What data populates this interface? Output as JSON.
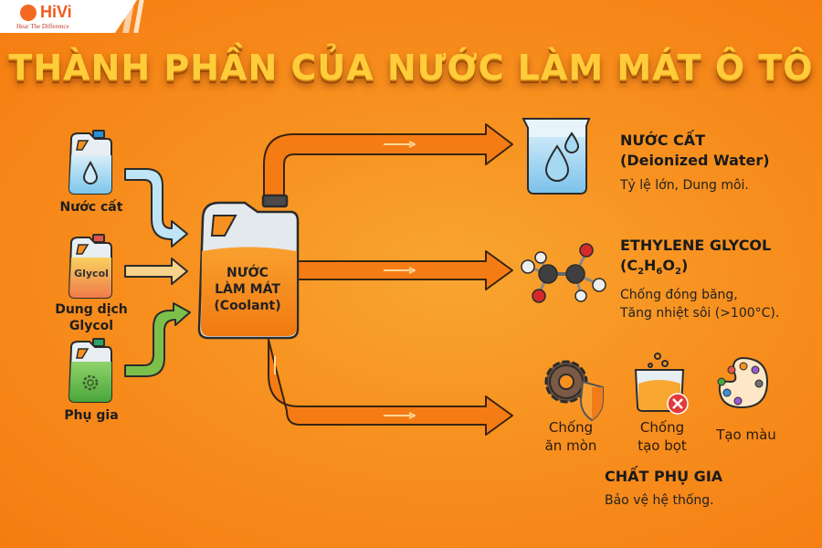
{
  "brand": {
    "name": "HiVi",
    "tagline": "Hear The Difference"
  },
  "title": "THÀNH PHẦN CỦA NƯỚC LÀM MÁT Ô TÔ",
  "inputs": [
    {
      "label": "Nước cất",
      "icon": "water-drop-icon",
      "fill_color": "#8fd0f0",
      "cap_color": "#2a8fd8",
      "arrow_color": "#bfe4f5"
    },
    {
      "label_line1": "Dung dịch",
      "label_line2": "Glycol",
      "jug_text": "Glycol",
      "icon": "glycol-label",
      "fill_color": "#f5b84a",
      "cap_color": "#e0554a",
      "arrow_color": "#f6d28a"
    },
    {
      "label": "Phụ gia",
      "icon": "gear-icon",
      "fill_color": "#6cc24a",
      "cap_color": "#2ea36a",
      "arrow_color": "#7cc04a"
    }
  ],
  "coolant": {
    "line1": "NƯỚC",
    "line2": "LÀM MÁT",
    "line3": "(Coolant)",
    "fill_color": "#f7911f"
  },
  "outputs": {
    "water": {
      "heading1": "NƯỚC CẤT",
      "heading2": "(Deionized Water)",
      "desc": "Tỷ lệ lớn, Dung môi.",
      "icon": "beaker-water-icon"
    },
    "glycol": {
      "heading1": "ETHYLENE GLYCOL",
      "formula_parts": [
        "(C",
        "2",
        "H",
        "6",
        "O",
        "2",
        ")"
      ],
      "desc1": "Chống đóng băng,",
      "desc2": "Tăng nhiệt sôi (>100°C).",
      "icon": "molecule-icon"
    },
    "additives": {
      "items": [
        {
          "line1": "Chống",
          "line2": "ăn mòn",
          "icon": "rusty-gear-shield-icon"
        },
        {
          "line1": "Chống",
          "line2": "tạo bọt",
          "icon": "foam-beaker-x-icon"
        },
        {
          "line1": "Tạo màu",
          "icon": "color-palette-icon"
        }
      ],
      "heading": "CHẤT PHỤ GIA",
      "desc": "Bảo vệ hệ thống."
    }
  },
  "colors": {
    "background": "#f7901f",
    "title": "#ffcc3a",
    "pipe": "#f57c14",
    "pipe_outline": "#3a2410",
    "brand": "#ef5a1e"
  }
}
